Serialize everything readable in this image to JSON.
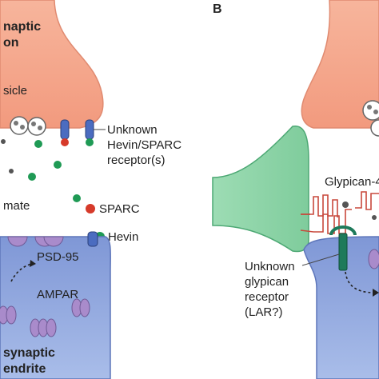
{
  "panel_b_letter": "B",
  "panel_a": {
    "presynaptic_label_line1": "naptic",
    "presynaptic_label_line2": "on",
    "vesicle_label": "sicle",
    "receptor_label_line1": "Unknown",
    "receptor_label_line2": "Hevin/SPARC",
    "receptor_label_line3": "receptor(s)",
    "glutamate_label": "mate",
    "sparc_label": "SPARC",
    "hevin_label": "Hevin",
    "psd95_label": "PSD-95",
    "ampar_label": "AMPAR",
    "postsynaptic_label_line1": "synaptic",
    "postsynaptic_label_line2": "endrite"
  },
  "panel_b": {
    "glypican_label": "Glypican-4",
    "receptor_label_line1": "Unknown",
    "receptor_label_line2": "glypican",
    "receptor_label_line3": "receptor",
    "receptor_label_line4": "(LAR?)"
  },
  "colors": {
    "presynaptic": "#f4a58a",
    "postsynaptic": "#8da3dc",
    "astrocyte": "#8fd4a8",
    "receptor_blue": "#3e5fb0",
    "sparc_red": "#d63a2a",
    "hevin_green": "#1f9a55",
    "ampar_purple": "#a98bcb",
    "glypican_red": "#c8483c"
  }
}
